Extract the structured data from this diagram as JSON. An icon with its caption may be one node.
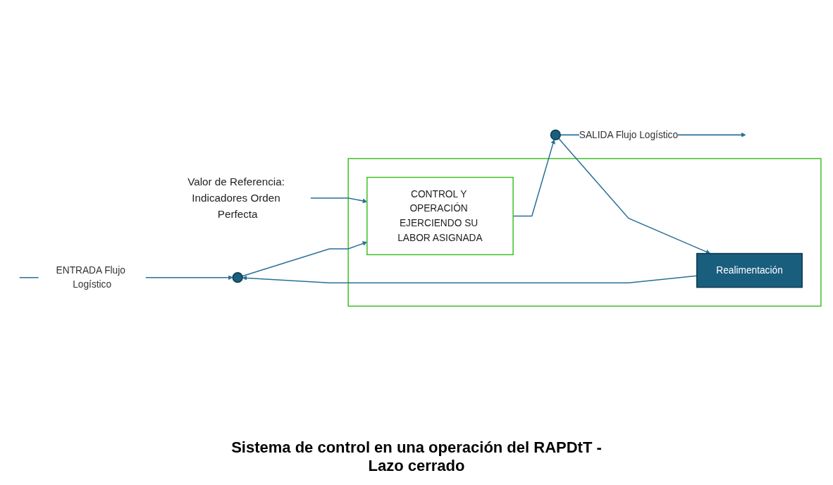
{
  "diagram": {
    "caption": "Sistema de control en una operación del RAPDtT - Lazo cerrado",
    "nodes": [
      {
        "text": [
          "Valor de Referencia: Indicadores Orden Perfecta"
        ]
      },
      {
        "text": [],
        "shape": "box"
      },
      {
        "text": [],
        "shape": "circle"
      },
      {
        "text": [
          "CONTROL Y OPERACIÓN EJERCIENDO SU LABOR ASIGNADA"
        ],
        "in": 1
      },
      {
        "text": [
          "Realimentación"
        ],
        "in": 1
      },
      {
        "text": [],
        "shape": "circle"
      }
    ],
    "edges": [
      {
        "from": null,
        "to": 2,
        "arrow": "to",
        "label": "ENTRADA Flujo Logístico"
      },
      {
        "from": 2,
        "to": 3,
        "arrow": "to"
      },
      {
        "from": 0,
        "to": 3,
        "arrow": "to"
      },
      {
        "from": 3,
        "to": 5,
        "arrow": "to"
      },
      {
        "from": 5,
        "to": null,
        "arrow": "to",
        "label": "SALIDA Flujo Logístico"
      },
      {
        "from": 5,
        "to": 4,
        "arrow": "to"
      },
      {
        "from": 4,
        "to": 2,
        "arrow": "to"
      }
    ]
  }
}
